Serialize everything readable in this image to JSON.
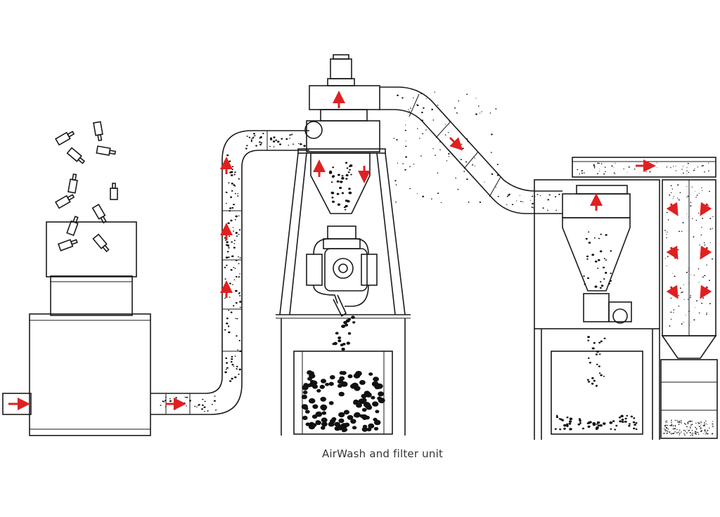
{
  "caption": "AirWash and filter unit",
  "colors": {
    "line": "#1a1a1a",
    "arrow": "#e02020",
    "particle": "#111111",
    "background": "#ffffff"
  },
  "particle_fill": {
    "duct_left": "dense",
    "cyclone_hopper": "dense",
    "collection_bin_left": "heavy",
    "collection_bin_right": "light",
    "filter_bin": "fine"
  }
}
